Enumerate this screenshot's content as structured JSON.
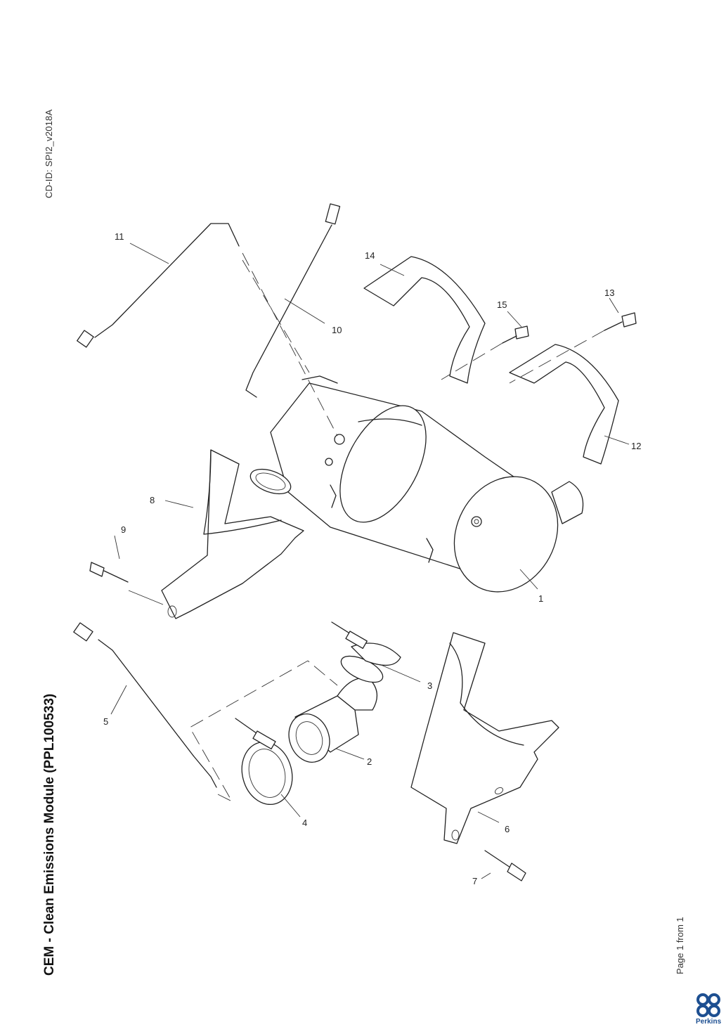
{
  "cd_id": "CD-ID: SPI2_v2018A",
  "title": "CEM - Clean Emissions Module (PPL100533)",
  "page_label": "Page 1 from 1",
  "brand": {
    "name": "Perkins",
    "color": "#1d4f91"
  },
  "callouts": [
    {
      "id": "1",
      "label": "1"
    },
    {
      "id": "2",
      "label": "2"
    },
    {
      "id": "3",
      "label": "3"
    },
    {
      "id": "4",
      "label": "4"
    },
    {
      "id": "5",
      "label": "5"
    },
    {
      "id": "6",
      "label": "6"
    },
    {
      "id": "7",
      "label": "7"
    },
    {
      "id": "8",
      "label": "8"
    },
    {
      "id": "9",
      "label": "9"
    },
    {
      "id": "10",
      "label": "10"
    },
    {
      "id": "11",
      "label": "11"
    },
    {
      "id": "12",
      "label": "12"
    },
    {
      "id": "13",
      "label": "13"
    },
    {
      "id": "14",
      "label": "14"
    },
    {
      "id": "15",
      "label": "15"
    }
  ]
}
